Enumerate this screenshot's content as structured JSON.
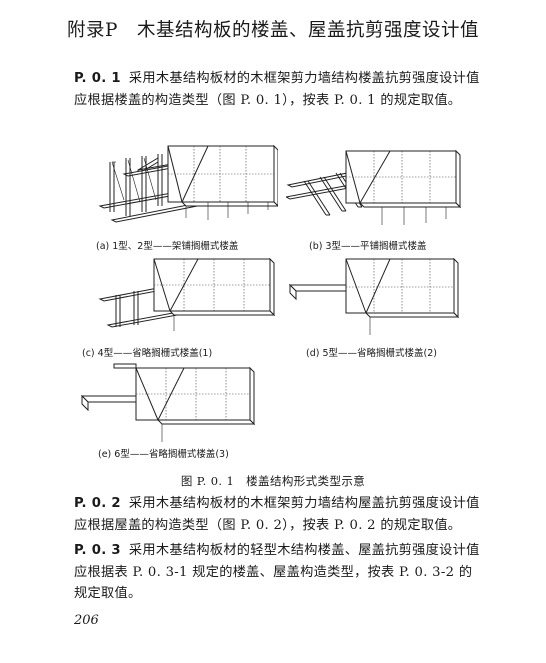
{
  "page_title": "附录P　木基结构板的楼盖、屋盖抗剪强度设计值",
  "p1": {
    "clause": "P. 0. 1",
    "text": "采用木基结构板材的木框架剪力墙结构楼盖抗剪强度设计值应根据楼盖的构造类型（图 P. 0. 1），按表 P. 0. 1 的规定取值。"
  },
  "figures": {
    "a": "(a) 1型、2型——架铺搁栅式楼盖",
    "b": "(b) 3型——平铺搁栅式楼盖",
    "c": "(c) 4型——省略搁栅式楼盖(1)",
    "d": "(d) 5型——省略搁栅式楼盖(2)",
    "e": "(e) 6型——省略搁栅式楼盖(3)",
    "caption": "图 P. 0. 1　楼盖结构形式类型示意"
  },
  "p2": {
    "clause": "P. 0. 2",
    "text": "采用木基结构板材的木框架剪力墙结构屋盖抗剪强度设计值应根据屋盖的构造类型（图 P. 0. 2），按表 P. 0. 2 的规定取值。"
  },
  "p3": {
    "clause": "P. 0. 3",
    "text": "采用木基结构板材的轻型木结构楼盖、屋盖抗剪强度设计值应根据表 P. 0. 3-1 规定的楼盖、屋盖构造类型，按表 P. 0. 3-2 的规定取值。"
  },
  "page_number": "206"
}
